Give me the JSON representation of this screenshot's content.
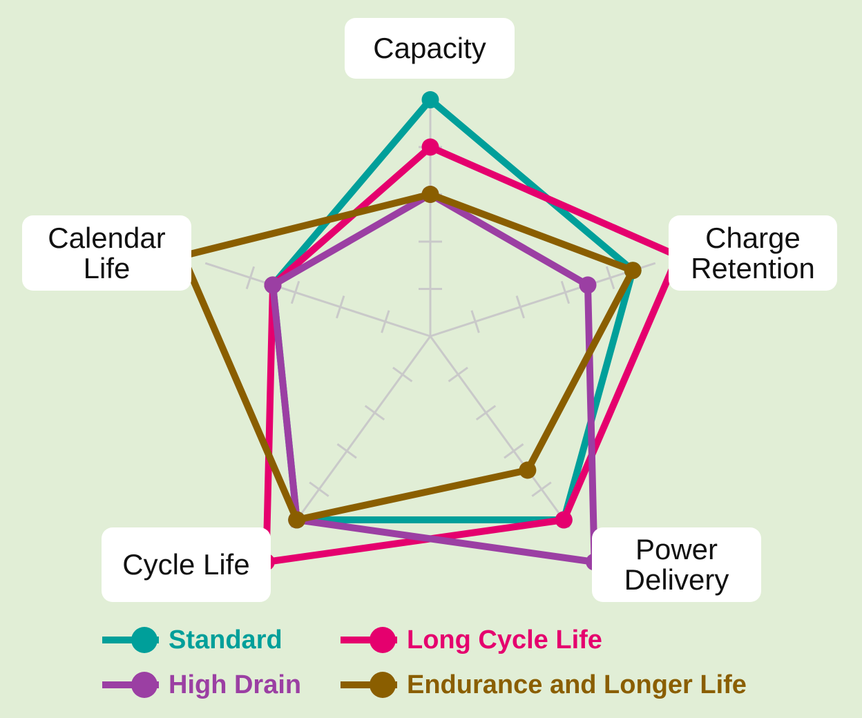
{
  "chart_data": {
    "type": "radar",
    "axes": [
      "Capacity",
      "Charge\nRetention",
      "Power\nDelivery",
      "Cycle Life",
      "Calendar\nLife"
    ],
    "scale": {
      "min": 0,
      "max": 5,
      "ticks": [
        1,
        2,
        3,
        4
      ]
    },
    "grid": true,
    "legend_position": "bottom",
    "series": [
      {
        "name": "Standard",
        "color": "#009f9a",
        "values": [
          5.0,
          4.5,
          4.8,
          4.8,
          3.5
        ]
      },
      {
        "name": "Long Cycle Life",
        "color": "#e5006e",
        "values": [
          4.0,
          5.5,
          4.8,
          5.9,
          3.5
        ]
      },
      {
        "name": "High Drain",
        "color": "#9b3fa3",
        "values": [
          3.0,
          3.5,
          5.9,
          4.8,
          3.5
        ]
      },
      {
        "name": "Endurance and Longer Life",
        "color": "#8a5e00",
        "values": [
          3.0,
          4.5,
          3.5,
          4.8,
          5.5
        ]
      }
    ]
  }
}
